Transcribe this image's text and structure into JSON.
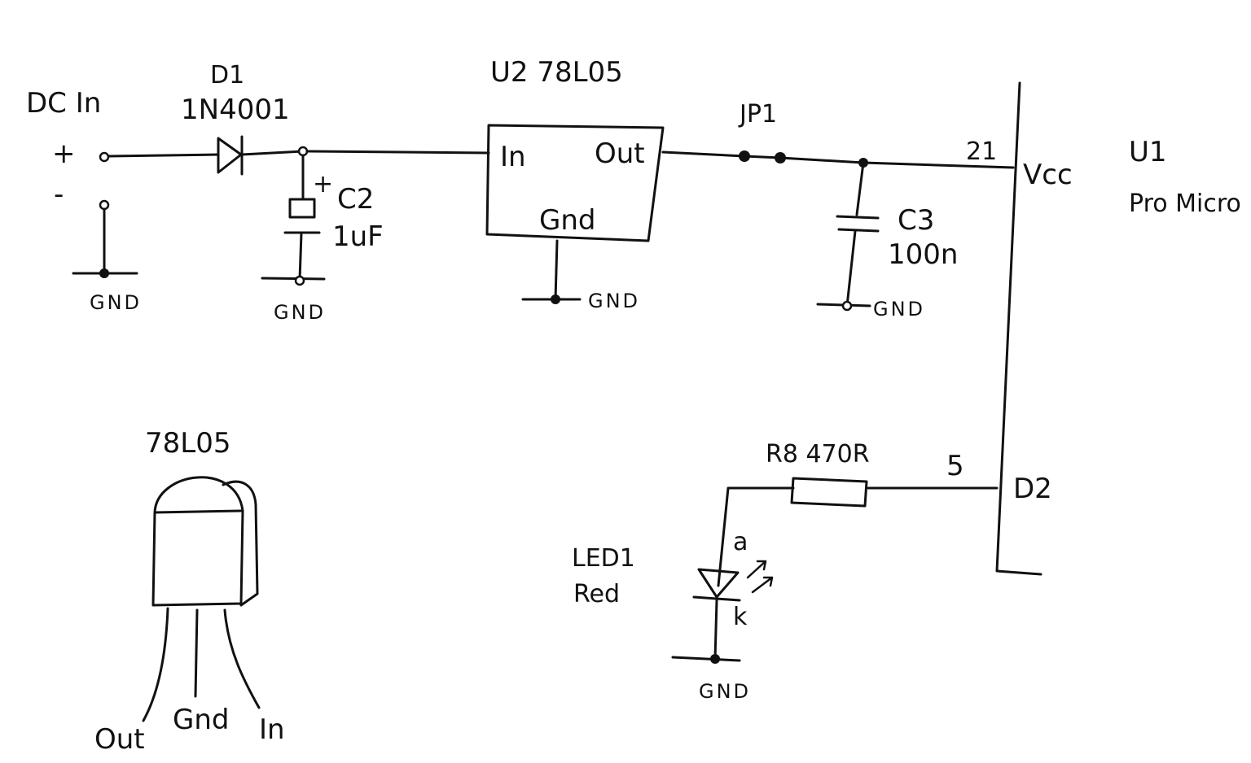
{
  "labels": {
    "dc_in": "DC In",
    "plus": "+",
    "minus": "-",
    "d1_ref": "D1",
    "d1_val": "1N4001",
    "c2_plus": "+",
    "c2_ref": "C2",
    "c2_val": "1uF",
    "u2_title": "U2   78L05",
    "u2_in": "In",
    "u2_out": "Out",
    "u2_gnd": "Gnd",
    "jp1": "JP1",
    "c3_ref": "C3",
    "c3_val": "100n",
    "pin21": "21",
    "vcc": "Vcc",
    "u1_ref": "U1",
    "u1_name": "Pro Micro",
    "r8": "R8  470R",
    "pin5": "5",
    "d2": "D2",
    "led_ref": "LED1",
    "led_color": "Red",
    "led_a": "a",
    "led_k": "k",
    "pkg_title": "78L05",
    "pkg_out": "Out",
    "pkg_gnd": "Gnd",
    "pkg_in": "In",
    "gnd": "GND"
  }
}
